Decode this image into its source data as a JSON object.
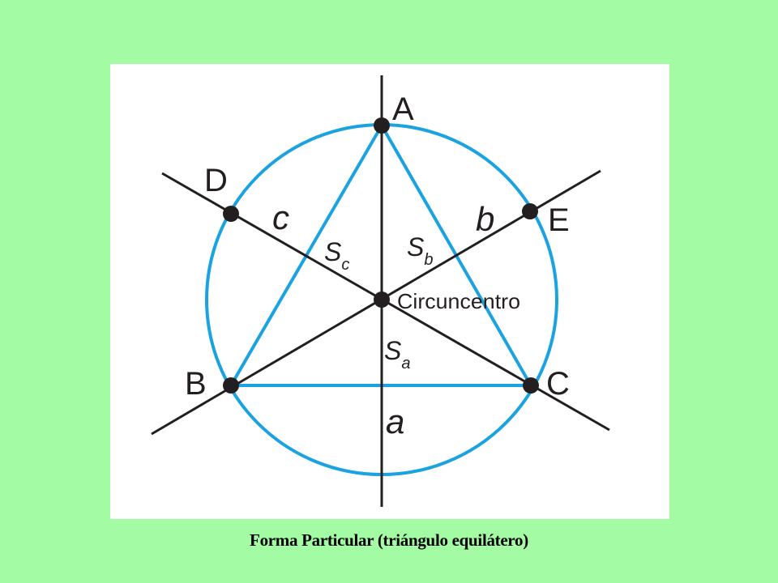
{
  "colors": {
    "background": "#a3fca3",
    "panel": "#ffffff",
    "circle": "#1aa3e0",
    "triangle": "#1aa3e0",
    "lines": "#231f20",
    "points": "#231f20",
    "text": "#231f20"
  },
  "diagram": {
    "points": {
      "A": "A",
      "B": "B",
      "C": "C",
      "D": "D",
      "E": "E"
    },
    "sides": {
      "a": "a",
      "b": "b",
      "c": "c"
    },
    "bisectors": {
      "sa_main": "S",
      "sa_sub": "a",
      "sb_main": "S",
      "sb_sub": "b",
      "sc_main": "S",
      "sc_sub": "c"
    },
    "center_label": "Circuncentro"
  },
  "caption": "Forma Particular (triángulo equilátero)"
}
